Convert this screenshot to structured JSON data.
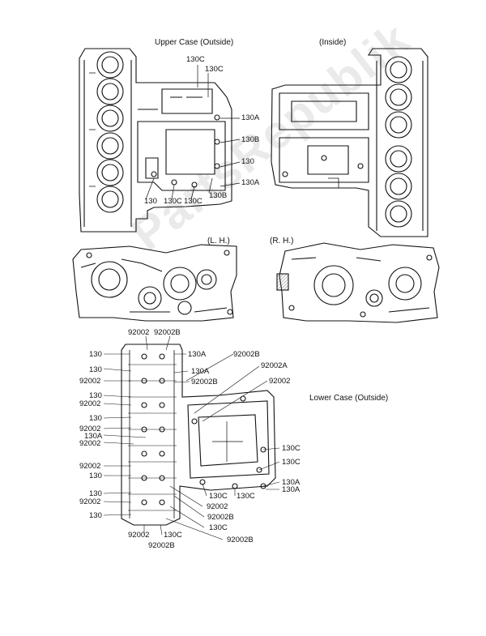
{
  "titles": {
    "upper_outside": "Upper Case (Outside)",
    "inside": "(Inside)",
    "lh": "(L. H.)",
    "rh": "(R. H.)",
    "lower_outside": "Lower Case (Outside)"
  },
  "watermark": "PartsRepublik",
  "upper_labels": {
    "a": "130C",
    "b": "130C",
    "c": "130A",
    "d": "130B",
    "e": "130",
    "f": "130A",
    "g": "130",
    "h": "130C",
    "i": "130C",
    "j": "130B"
  },
  "lower_left": [
    "130",
    "130",
    "92002",
    "130",
    "92002",
    "130",
    "92002",
    "130A",
    "92002",
    "92002",
    "130",
    "130",
    "92002",
    "130"
  ],
  "lower_top": {
    "a": "92002",
    "b": "92002B",
    "c": "130A",
    "d": "92002B",
    "e": "130A",
    "f": "92002B",
    "g": "92002A",
    "h": "92002"
  },
  "lower_right": {
    "a": "130C",
    "b": "130C",
    "c": "130A",
    "d": "130A",
    "e": "130C",
    "f": "130C"
  },
  "lower_bottom": {
    "a": "92002",
    "b": "92002B",
    "c": "130C",
    "d": "92002B",
    "e": "92002",
    "f": "130C",
    "g": "92002B"
  }
}
